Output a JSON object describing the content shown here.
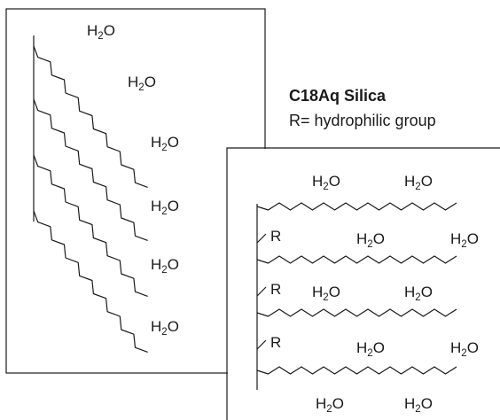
{
  "panel_c18aq": {
    "title": "C18Aq Silica",
    "subtitle": "R= hydrophilic group"
  },
  "water_label": "H2O",
  "water_main": "H",
  "water_sub": "2",
  "water_tail": "O",
  "r_group_label": "R"
}
